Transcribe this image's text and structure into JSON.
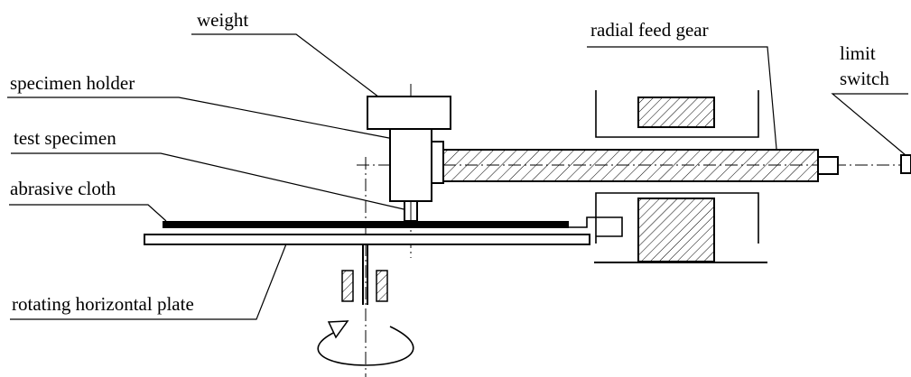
{
  "labels": {
    "weight": "weight",
    "specimen_holder": "specimen holder",
    "test_specimen": "test specimen",
    "abrasive_cloth": "abrasive cloth",
    "rotating_plate": "rotating horizontal plate",
    "radial_feed_gear": "radial feed gear",
    "limit_switch_line1": "limit",
    "limit_switch_line2": "switch"
  }
}
